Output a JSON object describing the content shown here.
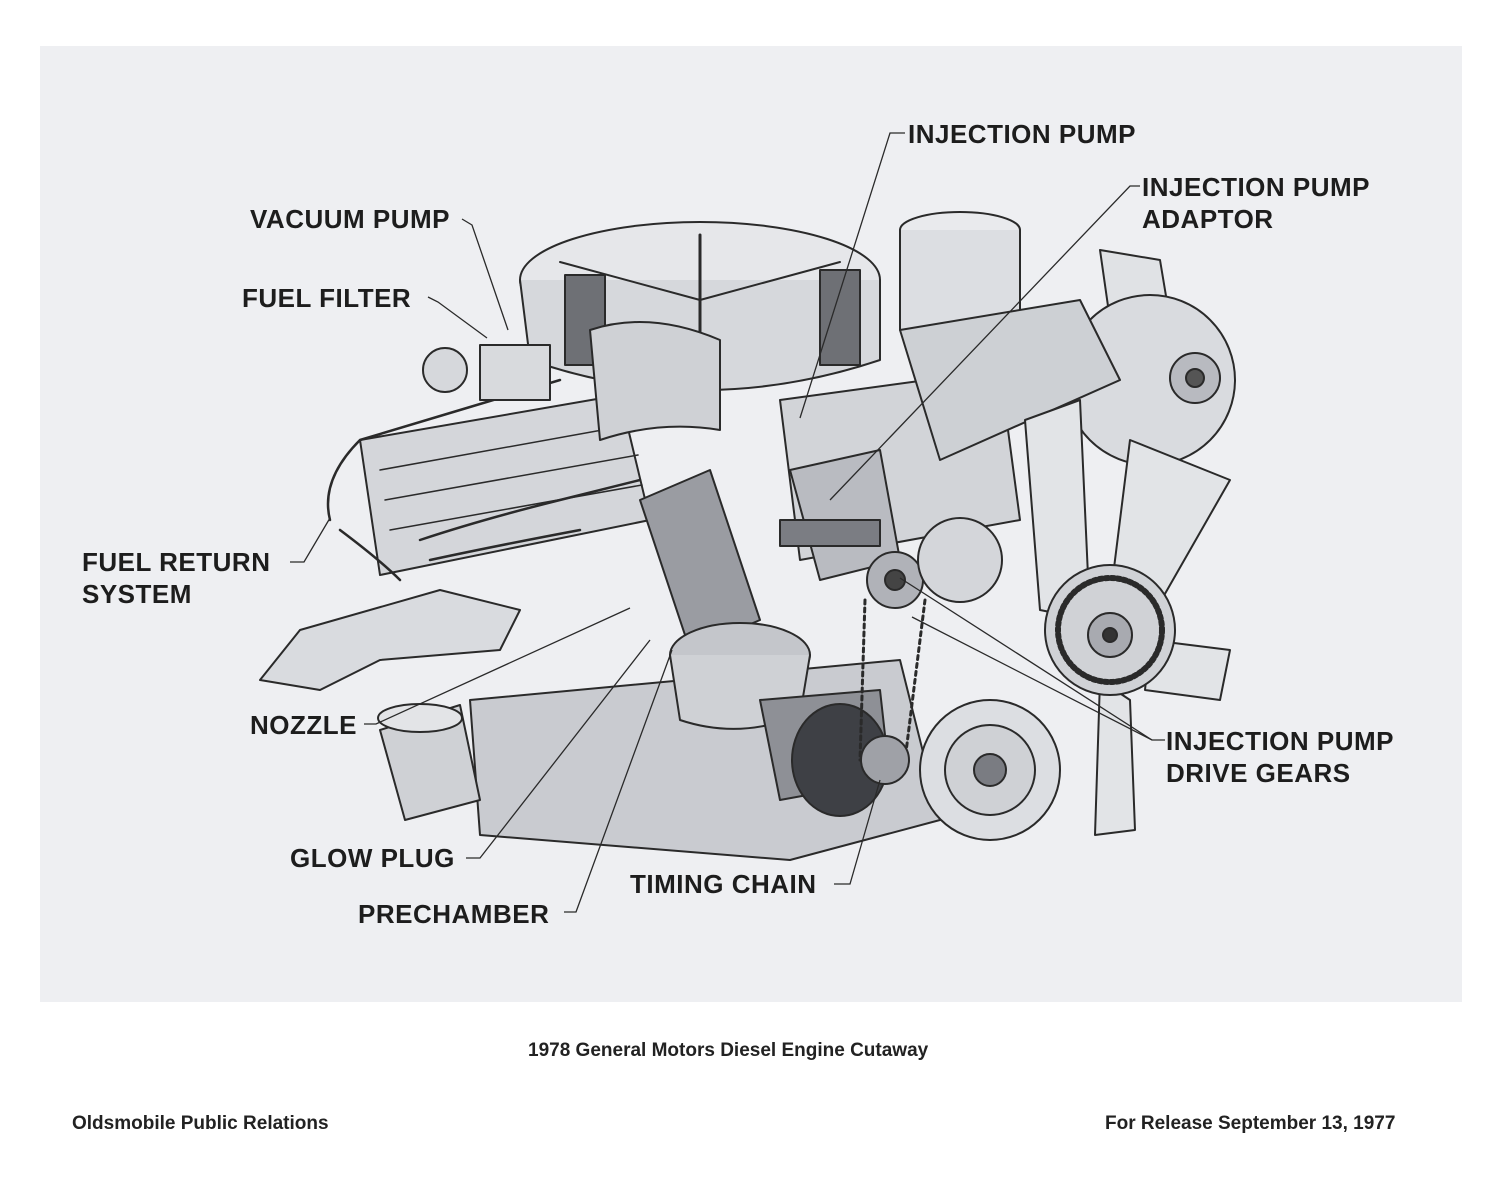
{
  "diagram": {
    "labels": {
      "injection_pump": "INJECTION PUMP",
      "injection_pump_adaptor_line1": "INJECTION PUMP",
      "injection_pump_adaptor_line2": "ADAPTOR",
      "vacuum_pump": "VACUUM PUMP",
      "fuel_filter": "FUEL FILTER",
      "fuel_return_line1": "FUEL RETURN",
      "fuel_return_line2": "SYSTEM",
      "nozzle": "NOZZLE",
      "glow_plug": "GLOW PLUG",
      "prechamber": "PRECHAMBER",
      "timing_chain": "TIMING CHAIN",
      "drive_gears_line1": "INJECTION PUMP",
      "drive_gears_line2": "DRIVE GEARS"
    }
  },
  "caption": {
    "title": "1978 General Motors Diesel Engine Cutaway",
    "left": "Oldsmobile Public Relations",
    "right": "For Release September 13, 1977"
  },
  "colors": {
    "background": "#eeeff2",
    "ink": "#1d1d1d"
  }
}
